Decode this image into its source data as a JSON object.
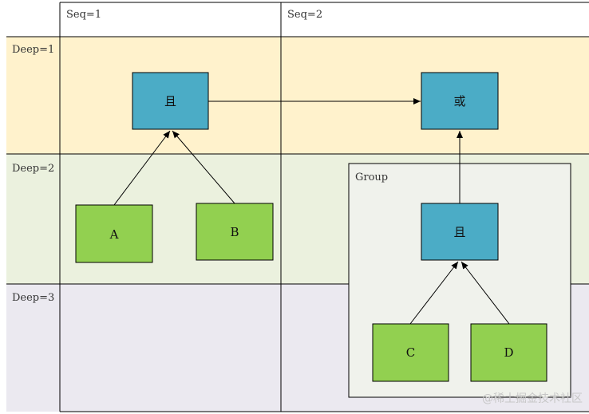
{
  "columns": [
    {
      "label": "Seq=1"
    },
    {
      "label": "Seq=2"
    }
  ],
  "rows": [
    {
      "label": "Deep=1"
    },
    {
      "label": "Deep=2"
    },
    {
      "label": "Deep=3"
    }
  ],
  "group": {
    "label": "Group"
  },
  "nodes": {
    "and_top": {
      "label": "且"
    },
    "or": {
      "label": "或"
    },
    "a": {
      "label": "A"
    },
    "b": {
      "label": "B"
    },
    "and_group": {
      "label": "且"
    },
    "c": {
      "label": "C"
    },
    "d": {
      "label": "D"
    }
  },
  "watermark": "@稀土掘金技术社区",
  "colors": {
    "row1_bg": "#fff2cc",
    "row2_bg": "#ebf1de",
    "row3_bg": "#ebe9f0",
    "logic_node": "#4bacc6",
    "leaf_node": "#92d050",
    "group_bg": "#f0f2ec",
    "line": "#000000"
  }
}
